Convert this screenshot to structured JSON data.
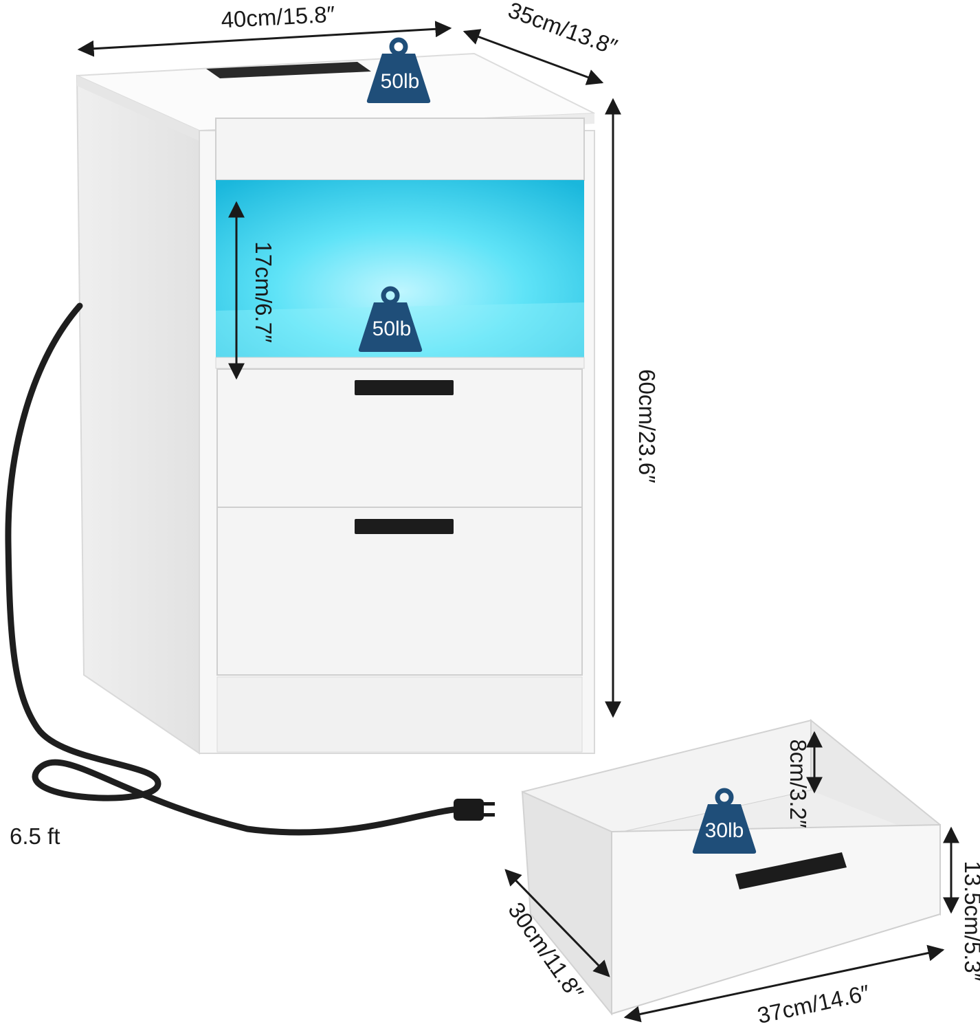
{
  "product": {
    "top_weight": "50lb",
    "shelf_weight": "50lb",
    "drawer_weight": "30lb",
    "dimensions": {
      "width": "40cm/15.8″",
      "depth": "35cm/13.8″",
      "height": "60cm/23.6″",
      "shelf_height": "17cm/6.7″",
      "cord_length": "6.5 ft"
    },
    "drawer_dimensions": {
      "inner_height": "8cm/3.2″",
      "outer_height": "13.5cm/5.3″",
      "depth": "30cm/11.8″",
      "width": "37cm/14.6″"
    }
  },
  "colors": {
    "badge": "#1f4e79",
    "led": "#35d6f0",
    "cabinet": "#f7f7f7",
    "handle": "#1c1c1c"
  },
  "icons": {
    "weight": "weight-icon",
    "plug": "power-plug-icon",
    "power_strip": "power-strip-icon"
  }
}
